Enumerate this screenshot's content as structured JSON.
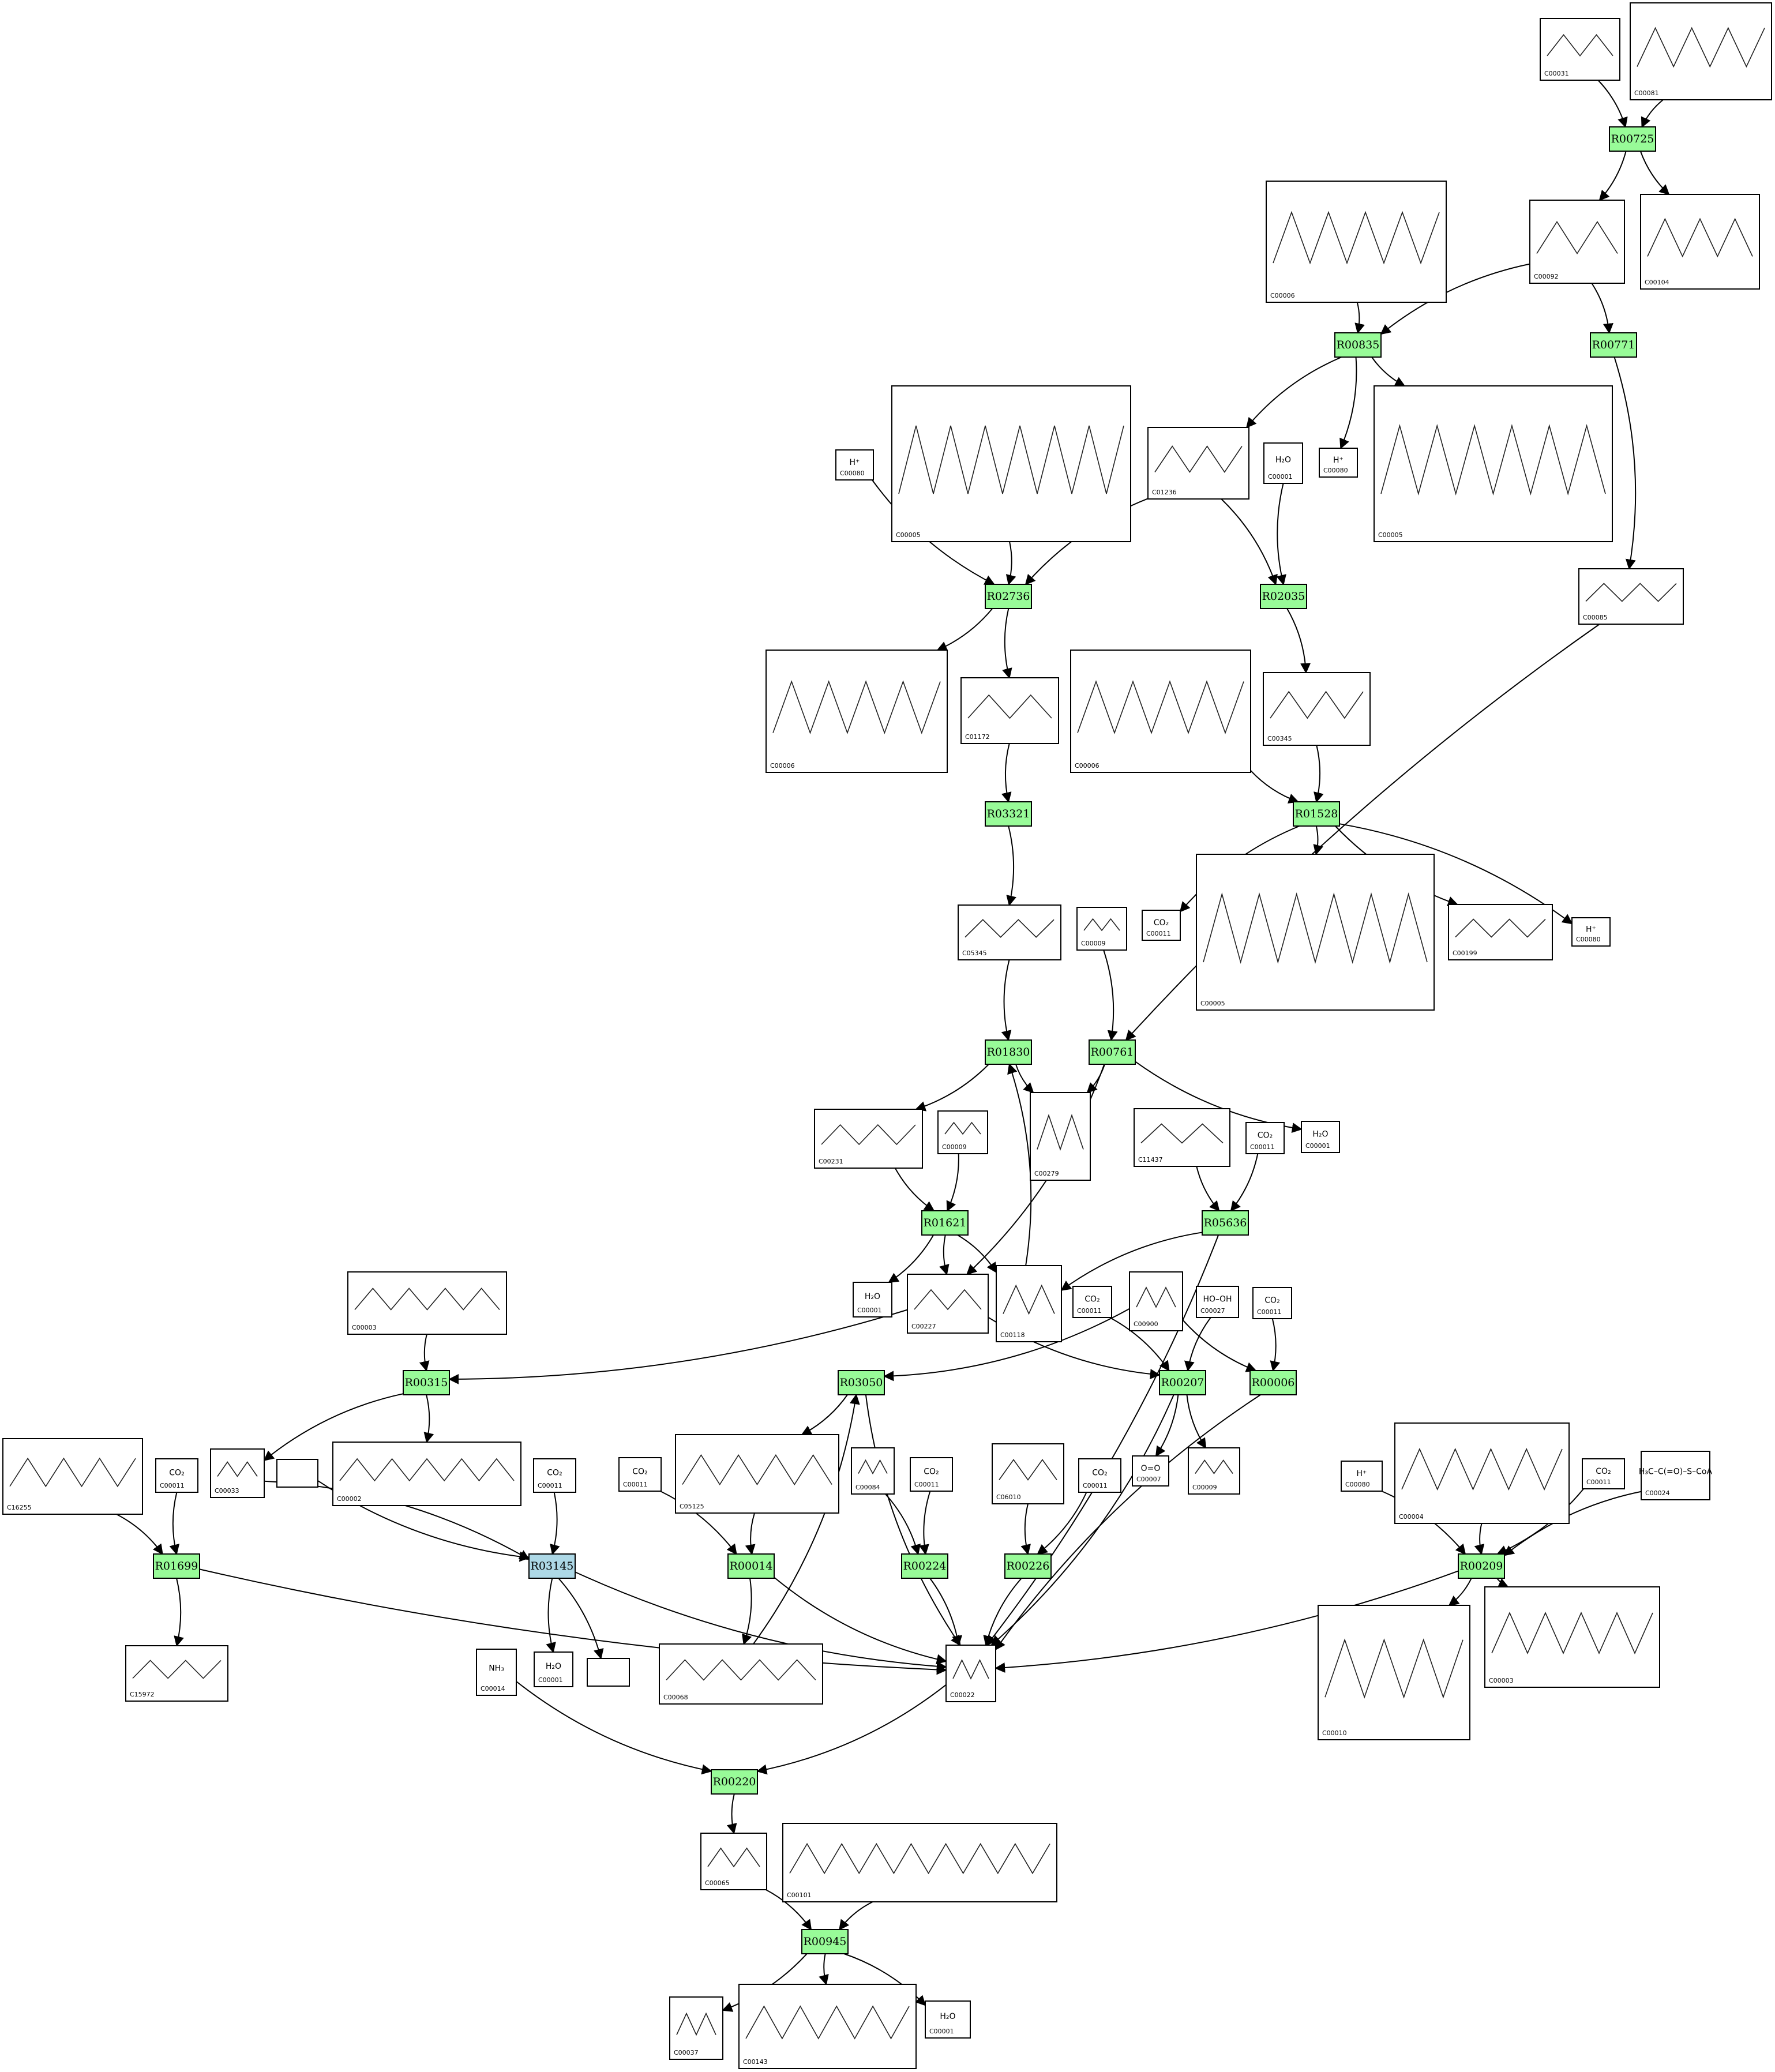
{
  "colors": {
    "reaction_default": "#98fb98",
    "reaction_highlight": "#add8e6",
    "edge": "#000000"
  },
  "reactions": [
    {
      "id": "R00725",
      "highlight": false
    },
    {
      "id": "R00835",
      "highlight": false
    },
    {
      "id": "R00771",
      "highlight": false
    },
    {
      "id": "R02736",
      "highlight": false
    },
    {
      "id": "R02035",
      "highlight": false
    },
    {
      "id": "R03321",
      "highlight": false
    },
    {
      "id": "R01528",
      "highlight": false
    },
    {
      "id": "R01830",
      "highlight": false
    },
    {
      "id": "R00761",
      "highlight": false
    },
    {
      "id": "R01621",
      "highlight": false
    },
    {
      "id": "R05636",
      "highlight": false
    },
    {
      "id": "R00315",
      "highlight": false
    },
    {
      "id": "R03050",
      "highlight": false
    },
    {
      "id": "R00207",
      "highlight": false
    },
    {
      "id": "R00006",
      "highlight": false
    },
    {
      "id": "R01699",
      "highlight": false
    },
    {
      "id": "R03145",
      "highlight": true
    },
    {
      "id": "R00014",
      "highlight": false
    },
    {
      "id": "R00224",
      "highlight": false
    },
    {
      "id": "R00226",
      "highlight": false
    },
    {
      "id": "R00209",
      "highlight": false
    },
    {
      "id": "R00220",
      "highlight": false
    },
    {
      "id": "R00945",
      "highlight": false
    }
  ],
  "compounds": [
    {
      "key": "c31",
      "id": "C00031",
      "formula": ""
    },
    {
      "key": "c81",
      "id": "C00081",
      "formula": ""
    },
    {
      "key": "c06a",
      "id": "C00006",
      "formula": ""
    },
    {
      "key": "c92",
      "id": "C00092",
      "formula": ""
    },
    {
      "key": "c104",
      "id": "C00104",
      "formula": ""
    },
    {
      "key": "c05a",
      "id": "C00005",
      "formula": ""
    },
    {
      "key": "c80a",
      "id": "C00080",
      "formula": "H⁺"
    },
    {
      "key": "c1236",
      "id": "C01236",
      "formula": ""
    },
    {
      "key": "c01a",
      "id": "C00001",
      "formula": "H₂O"
    },
    {
      "key": "c80b",
      "id": "C00080",
      "formula": "H⁺"
    },
    {
      "key": "c05b",
      "id": "C00005",
      "formula": ""
    },
    {
      "key": "c85",
      "id": "C00085",
      "formula": ""
    },
    {
      "key": "c06b",
      "id": "C00006",
      "formula": ""
    },
    {
      "key": "c1172",
      "id": "C01172",
      "formula": ""
    },
    {
      "key": "c06c",
      "id": "C00006",
      "formula": ""
    },
    {
      "key": "c345",
      "id": "C00345",
      "formula": ""
    },
    {
      "key": "c11a",
      "id": "C00011",
      "formula": "CO₂"
    },
    {
      "key": "c05c",
      "id": "C00005",
      "formula": ""
    },
    {
      "key": "c199",
      "id": "C00199",
      "formula": ""
    },
    {
      "key": "c80c",
      "id": "C00080",
      "formula": "H⁺"
    },
    {
      "key": "c5345",
      "id": "C05345",
      "formula": ""
    },
    {
      "key": "c09a",
      "id": "C00009",
      "formula": ""
    },
    {
      "key": "c231",
      "id": "C00231",
      "formula": ""
    },
    {
      "key": "c09b",
      "id": "C00009",
      "formula": ""
    },
    {
      "key": "c279",
      "id": "C00279",
      "formula": ""
    },
    {
      "key": "c11437",
      "id": "C11437",
      "formula": ""
    },
    {
      "key": "c11b",
      "id": "C00011",
      "formula": "CO₂"
    },
    {
      "key": "c01b",
      "id": "C00001",
      "formula": "H₂O"
    },
    {
      "key": "c03a",
      "id": "C00003",
      "formula": ""
    },
    {
      "key": "c01c",
      "id": "C00001",
      "formula": "H₂O"
    },
    {
      "key": "c227",
      "id": "C00227",
      "formula": ""
    },
    {
      "key": "c118",
      "id": "C00118",
      "formula": ""
    },
    {
      "key": "c11c",
      "id": "C00011",
      "formula": "CO₂"
    },
    {
      "key": "c900",
      "id": "C00900",
      "formula": ""
    },
    {
      "key": "c27",
      "id": "C00027",
      "formula": "HO–OH"
    },
    {
      "key": "c11d",
      "id": "C00011",
      "formula": "CO₂"
    },
    {
      "key": "c16255",
      "id": "C16255",
      "formula": ""
    },
    {
      "key": "c11e",
      "id": "C00011",
      "formula": "CO₂"
    },
    {
      "key": "c33",
      "id": "C00033",
      "formula": ""
    },
    {
      "key": "blankA",
      "id": "",
      "formula": ""
    },
    {
      "key": "c02",
      "id": "C00002",
      "formula": ""
    },
    {
      "key": "c11f",
      "id": "C00011",
      "formula": "CO₂"
    },
    {
      "key": "c11g",
      "id": "C00011",
      "formula": "CO₂"
    },
    {
      "key": "c5125",
      "id": "C05125",
      "formula": ""
    },
    {
      "key": "c84",
      "id": "C00084",
      "formula": ""
    },
    {
      "key": "c11h",
      "id": "C00011",
      "formula": "CO₂"
    },
    {
      "key": "c6010",
      "id": "C06010",
      "formula": ""
    },
    {
      "key": "c11i",
      "id": "C00011",
      "formula": "CO₂"
    },
    {
      "key": "c07",
      "id": "C00007",
      "formula": "O=O"
    },
    {
      "key": "c09c",
      "id": "C00009",
      "formula": ""
    },
    {
      "key": "c80d",
      "id": "C00080",
      "formula": "H⁺"
    },
    {
      "key": "c04",
      "id": "C00004",
      "formula": ""
    },
    {
      "key": "c11j",
      "id": "C00011",
      "formula": "CO₂"
    },
    {
      "key": "c24",
      "id": "C00024",
      "formula": "H₃C–C(=O)–S–CoA"
    },
    {
      "key": "c15972",
      "id": "C15972",
      "formula": ""
    },
    {
      "key": "c14",
      "id": "C00014",
      "formula": "NH₃"
    },
    {
      "key": "c01d",
      "id": "C00001",
      "formula": "H₂O"
    },
    {
      "key": "blankB",
      "id": "",
      "formula": ""
    },
    {
      "key": "c68",
      "id": "C00068",
      "formula": ""
    },
    {
      "key": "c22",
      "id": "C00022",
      "formula": ""
    },
    {
      "key": "c10",
      "id": "C00010",
      "formula": ""
    },
    {
      "key": "c03b",
      "id": "C00003",
      "formula": ""
    },
    {
      "key": "c65",
      "id": "C00065",
      "formula": ""
    },
    {
      "key": "c101",
      "id": "C00101",
      "formula": ""
    },
    {
      "key": "c37",
      "id": "C00037",
      "formula": ""
    },
    {
      "key": "c143",
      "id": "C00143",
      "formula": ""
    },
    {
      "key": "c01e",
      "id": "C00001",
      "formula": "H₂O"
    }
  ],
  "edges": [
    [
      "c31",
      "R00725"
    ],
    [
      "c81",
      "R00725"
    ],
    [
      "R00725",
      "c92"
    ],
    [
      "R00725",
      "c104"
    ],
    [
      "c06a",
      "R00835"
    ],
    [
      "c92",
      "R00835"
    ],
    [
      "c92",
      "R00771"
    ],
    [
      "R00835",
      "c1236"
    ],
    [
      "R00835",
      "c80b"
    ],
    [
      "R00835",
      "c05b"
    ],
    [
      "R00771",
      "c85"
    ],
    [
      "c80a",
      "R02736"
    ],
    [
      "c05a",
      "R02736"
    ],
    [
      "c1236",
      "R02736"
    ],
    [
      "R02736",
      "c06b"
    ],
    [
      "R02736",
      "c1172"
    ],
    [
      "c1236",
      "R02035"
    ],
    [
      "c01a",
      "R02035"
    ],
    [
      "R02035",
      "c345"
    ],
    [
      "c1172",
      "R03321"
    ],
    [
      "R03321",
      "c5345"
    ],
    [
      "c06c",
      "R01528"
    ],
    [
      "c345",
      "R01528"
    ],
    [
      "R01528",
      "c11a"
    ],
    [
      "R01528",
      "c05c"
    ],
    [
      "R01528",
      "c199"
    ],
    [
      "R01528",
      "c80c"
    ],
    [
      "c5345",
      "R01830"
    ],
    [
      "c09a",
      "R00761"
    ],
    [
      "c85",
      "R00761"
    ],
    [
      "R01830",
      "c231"
    ],
    [
      "R01830",
      "c279"
    ],
    [
      "R00761",
      "c279"
    ],
    [
      "R00761",
      "c01b"
    ],
    [
      "R00761",
      "c227"
    ],
    [
      "c231",
      "R01621"
    ],
    [
      "c09b",
      "R01621"
    ],
    [
      "c118",
      "R01830"
    ],
    [
      "R01621",
      "c01c"
    ],
    [
      "R01621",
      "c227"
    ],
    [
      "R01621",
      "c118"
    ],
    [
      "c11437",
      "R05636"
    ],
    [
      "c11b",
      "R05636"
    ],
    [
      "R05636",
      "c118"
    ],
    [
      "R05636",
      "c22"
    ],
    [
      "c03a",
      "R00315"
    ],
    [
      "c227",
      "R00315"
    ],
    [
      "R00315",
      "c33"
    ],
    [
      "R00315",
      "c02"
    ],
    [
      "c68",
      "R03050"
    ],
    [
      "R03050",
      "c5125"
    ],
    [
      "R03050",
      "c22"
    ],
    [
      "c900",
      "R03050"
    ],
    [
      "c227",
      "R00207"
    ],
    [
      "c11c",
      "R00207"
    ],
    [
      "c27",
      "R00207"
    ],
    [
      "R00207",
      "c07"
    ],
    [
      "R00207",
      "c09c"
    ],
    [
      "R00207",
      "c22"
    ],
    [
      "c900",
      "R00006"
    ],
    [
      "c11d",
      "R00006"
    ],
    [
      "R00006",
      "c22"
    ],
    [
      "c16255",
      "R01699"
    ],
    [
      "c11e",
      "R01699"
    ],
    [
      "R01699",
      "c15972"
    ],
    [
      "R01699",
      "c22"
    ],
    [
      "c33",
      "R03145"
    ],
    [
      "blankA",
      "R03145"
    ],
    [
      "c11f",
      "R03145"
    ],
    [
      "R03145",
      "c01d"
    ],
    [
      "R03145",
      "blankB"
    ],
    [
      "R03145",
      "c22"
    ],
    [
      "c11g",
      "R00014"
    ],
    [
      "c5125",
      "R00014"
    ],
    [
      "R00014",
      "c68"
    ],
    [
      "R00014",
      "c22"
    ],
    [
      "c84",
      "R00224"
    ],
    [
      "c11h",
      "R00224"
    ],
    [
      "R00224",
      "c22"
    ],
    [
      "c6010",
      "R00226"
    ],
    [
      "c11i",
      "R00226"
    ],
    [
      "R00226",
      "c22"
    ],
    [
      "c80d",
      "R00209"
    ],
    [
      "c04",
      "R00209"
    ],
    [
      "c11j",
      "R00209"
    ],
    [
      "c24",
      "R00209"
    ],
    [
      "R00209",
      "c10"
    ],
    [
      "R00209",
      "c03b"
    ],
    [
      "R00209",
      "c22"
    ],
    [
      "c14",
      "R00220"
    ],
    [
      "c22",
      "R00220"
    ],
    [
      "R00220",
      "c65"
    ],
    [
      "c65",
      "R00945"
    ],
    [
      "c101",
      "R00945"
    ],
    [
      "R00945",
      "c37"
    ],
    [
      "R00945",
      "c143"
    ],
    [
      "R00945",
      "c01e"
    ]
  ]
}
